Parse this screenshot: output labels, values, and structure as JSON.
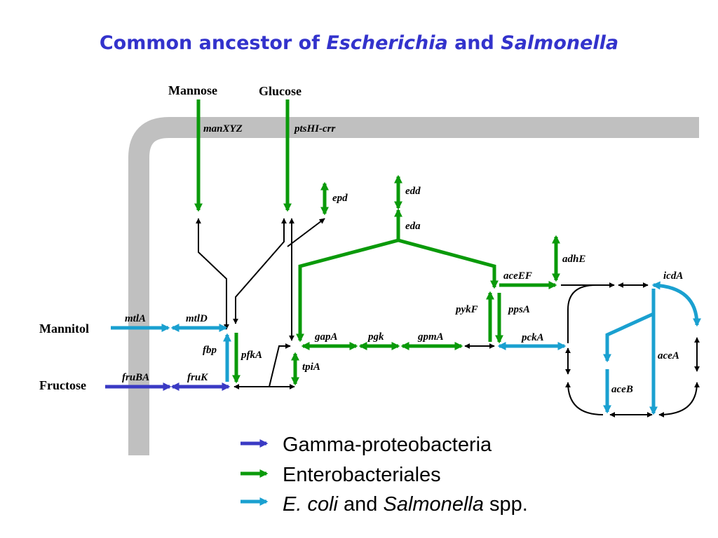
{
  "title": {
    "part1": "Common ancestor of ",
    "genus1": "Escherichia",
    "part2": " and ",
    "genus2": "Salmonella"
  },
  "metabolites": {
    "mannose": "Mannose",
    "glucose": "Glucose",
    "mannitol": "Mannitol",
    "fructose": "Fructose"
  },
  "genes": {
    "manXYZ": "manXYZ",
    "ptsHI_crr": "ptsHI-crr",
    "epd": "epd",
    "edd": "edd",
    "eda": "eda",
    "adhE": "adhE",
    "aceEF": "aceEF",
    "icdA": "icdA",
    "pykF": "pykF",
    "ppsA": "ppsA",
    "pckA": "pckA",
    "mtlA": "mtlA",
    "mtlD": "mtlD",
    "fbp": "fbp",
    "pfkA": "pfkA",
    "gapA": "gapA",
    "pgk": "pgk",
    "gpmA": "gpmA",
    "tpiA": "tpiA",
    "fruBA": "fruBA",
    "fruK": "fruK",
    "aceA": "aceA",
    "aceB": "aceB"
  },
  "legend": {
    "items": [
      {
        "label": "Gamma-proteobacteria",
        "color": "#3a3ac4"
      },
      {
        "label": "Enterobacteriales",
        "color": "#0a9a0a"
      },
      {
        "label_italic": "E. coli",
        "label_mid": " and ",
        "label_italic2": "Salmonella",
        "label_end": " spp.",
        "color": "#1aa0d0"
      }
    ]
  },
  "colors": {
    "gamma_proteobacteria": "#3a3ac4",
    "enterobacteriales": "#0a9a0a",
    "ecoli_salmonella": "#1aa0d0",
    "membrane": "#c0c0c0",
    "title": "#3333cc"
  }
}
